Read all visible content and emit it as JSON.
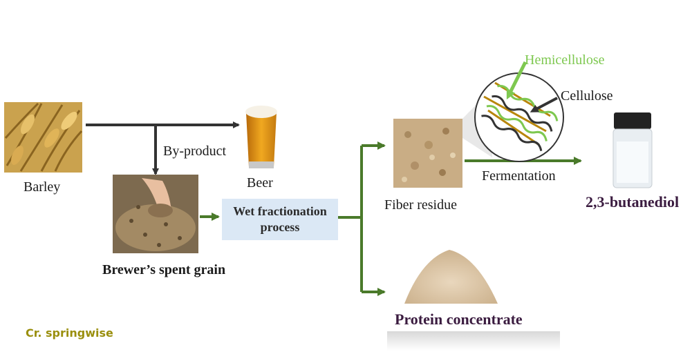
{
  "nodes": {
    "barley": "Barley",
    "by_product": "By-product",
    "beer": "Beer",
    "spent_grain": "Brewer’s spent grain",
    "process_line1": "Wet fractionation",
    "process_line2": "process",
    "fiber_residue": "Fiber residue",
    "hemicellulose": "Hemicellulose",
    "cellulose": "Cellulose",
    "fermentation": "Fermentation",
    "butanediol": "2,3-butanediol",
    "protein": "Protein concentrate"
  },
  "credit": "Cr. springwise",
  "colors": {
    "grey_arrow": "#333333",
    "green_arrow": "#4a7a2a",
    "hemicellulose": "#7ec850",
    "product_purple": "#3b1c40",
    "process_box": "#dbe8f5",
    "credit": "#9a8f0e"
  }
}
